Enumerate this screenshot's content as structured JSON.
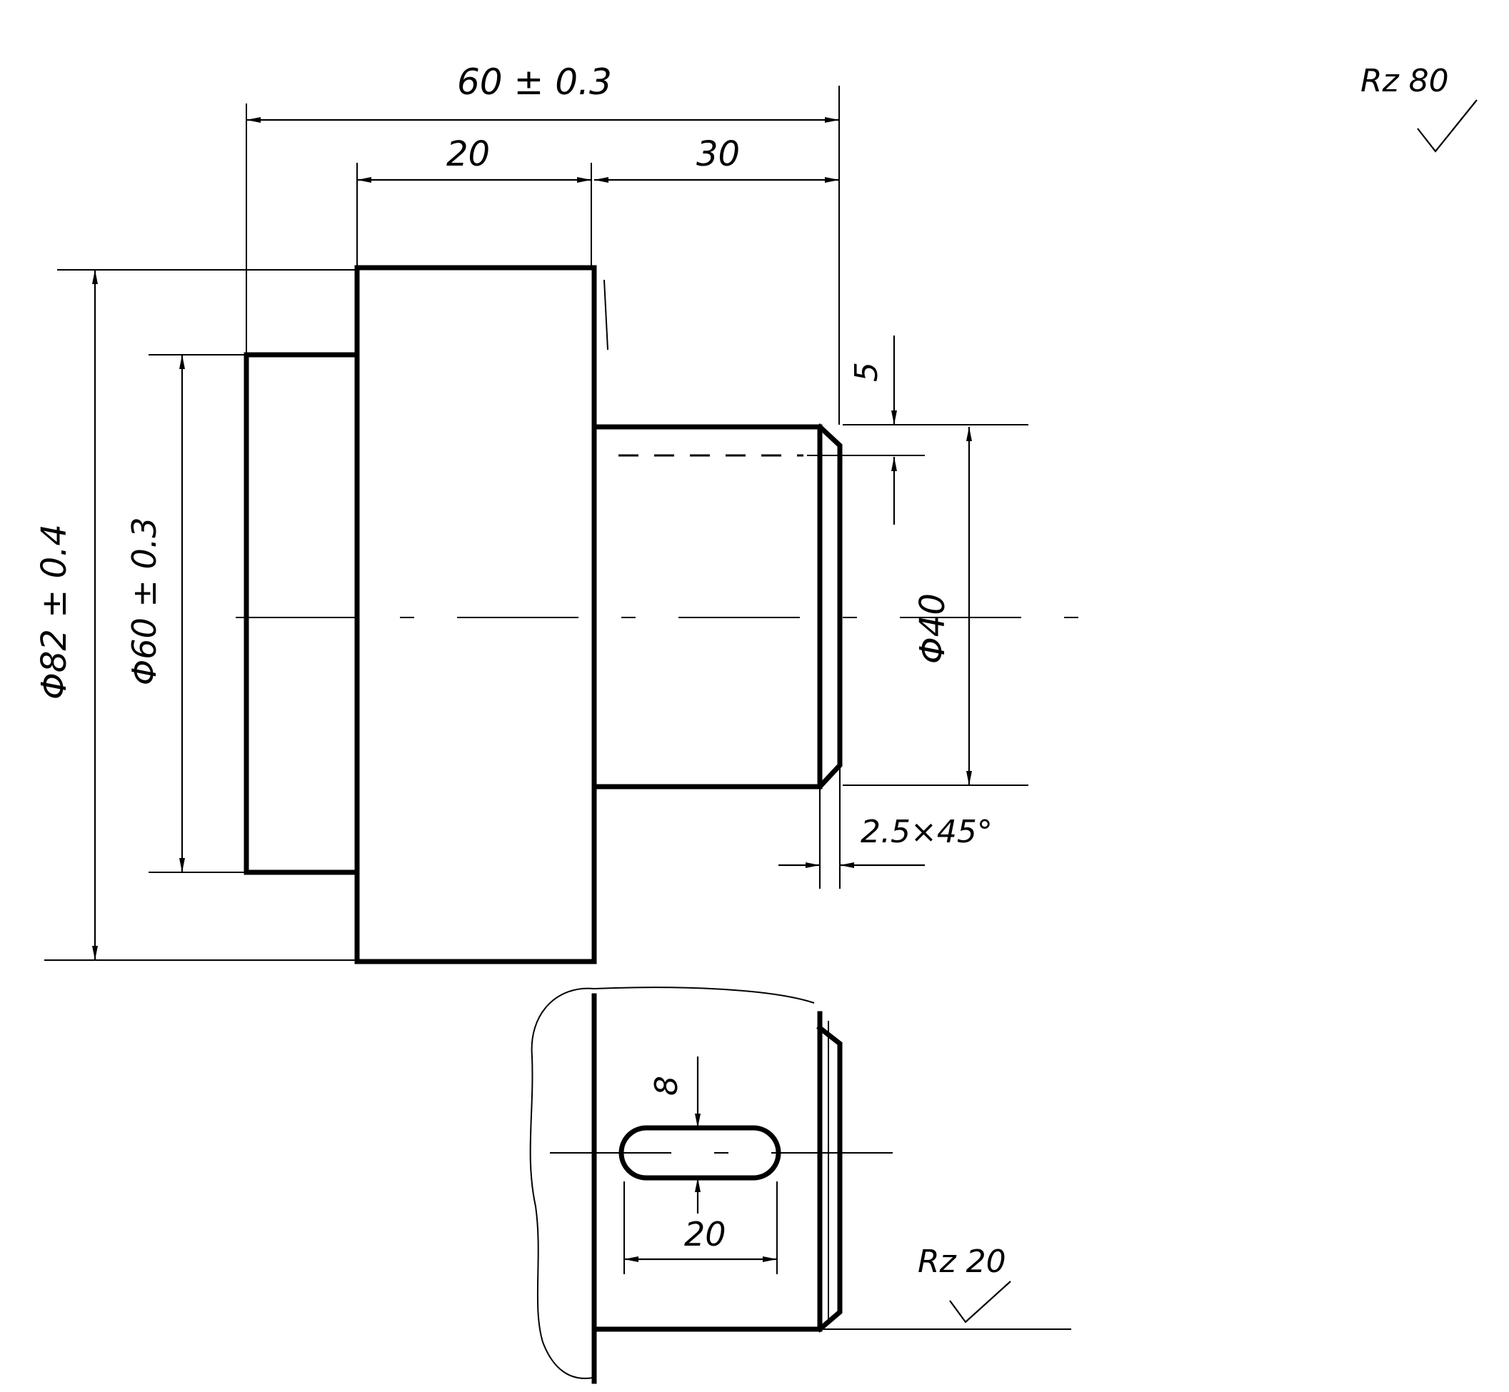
{
  "dimensions": {
    "overall_length": "60 ± 0.3",
    "flange_length": "20",
    "shaft_length": "30",
    "outer_diameter": "Φ82 ± 0.4",
    "hub_diameter": "Φ60 ± 0.3",
    "shaft_diameter": "Φ40",
    "keyway_depth": "5",
    "chamfer": "2.5×45°",
    "slot_width": "8",
    "slot_length": "20"
  },
  "roughness": {
    "general": "Rz 80",
    "local": "Rz 20"
  }
}
